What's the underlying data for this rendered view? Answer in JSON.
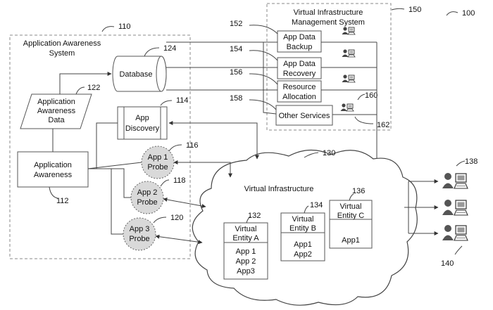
{
  "figure_number": "100",
  "application_awareness_system": {
    "ref": "110",
    "title_line1": "Application Awareness",
    "title_line2": "System",
    "database": {
      "ref": "124",
      "label": "Database"
    },
    "app_awareness_data": {
      "ref": "122",
      "line1": "Application",
      "line2": "Awareness",
      "line3": "Data"
    },
    "app_discovery": {
      "ref": "114",
      "line1": "App",
      "line2": "Discovery"
    },
    "app_awareness": {
      "ref": "112",
      "line1": "Application",
      "line2": "Awareness"
    },
    "probes": [
      {
        "ref": "116",
        "line1": "App 1",
        "line2": "Probe"
      },
      {
        "ref": "118",
        "line1": "App 2",
        "line2": "Probe"
      },
      {
        "ref": "120",
        "line1": "App 3",
        "line2": "Probe"
      }
    ]
  },
  "vim_system": {
    "ref": "150",
    "title_line1": "Virtual Infrastructure",
    "title_line2": "Management System",
    "services": [
      {
        "ref": "152",
        "line1": "App Data",
        "line2": "Backup"
      },
      {
        "ref": "154",
        "line1": "App Data",
        "line2": "Recovery"
      },
      {
        "ref": "156",
        "line1": "Resource",
        "line2": "Allocation"
      },
      {
        "ref": "158",
        "line1": "Other Services",
        "line2": ""
      }
    ],
    "ref_160": "160",
    "ref_162": "162",
    "user_icon": "user-workstation-icon"
  },
  "virtual_infrastructure": {
    "ref": "130",
    "label": "Virtual Infrastructure",
    "entities": [
      {
        "ref": "132",
        "line1": "Virtual",
        "line2": "Entity A",
        "apps": [
          "App 1",
          "App 2",
          "App3"
        ]
      },
      {
        "ref": "134",
        "line1": "Virtual",
        "line2": "Entity B",
        "apps": [
          "App1",
          "App2"
        ]
      },
      {
        "ref": "136",
        "line1": "Virtual",
        "line2": "Entity C",
        "apps": [
          "App1"
        ]
      }
    ]
  },
  "clients": {
    "ref_top": "138",
    "ref_bottom": "140",
    "icon": "user-computer-icon"
  },
  "colors": {
    "probe_fill": "#d9d9d9",
    "line": "#444444",
    "dashed_border": "#888888"
  }
}
